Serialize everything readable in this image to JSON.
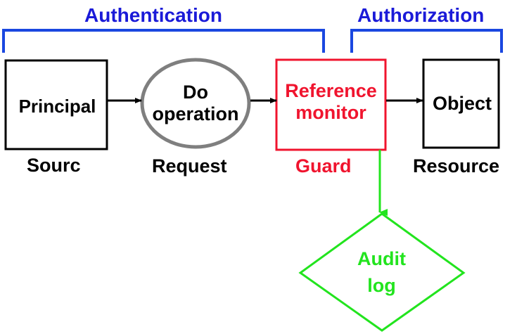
{
  "colors": {
    "bracket": "#1a47e0",
    "bracket_text": "#1a1ad8",
    "guard": "#f0142e",
    "audit": "#22e41e",
    "ellipse": "#7f7f7f",
    "black": "#000000"
  },
  "brackets": {
    "authentication": "Authentication",
    "authorization": "Authorization"
  },
  "nodes": {
    "principal": {
      "text": "Principal",
      "caption": "Sourc"
    },
    "operation": {
      "line1": "Do",
      "line2": "operation",
      "caption": "Request"
    },
    "monitor": {
      "line1": "Reference",
      "line2": "monitor",
      "caption": "Guard"
    },
    "object": {
      "text": "Object",
      "caption": "Resource"
    },
    "audit": {
      "line1": "Audit",
      "line2": "log"
    }
  }
}
